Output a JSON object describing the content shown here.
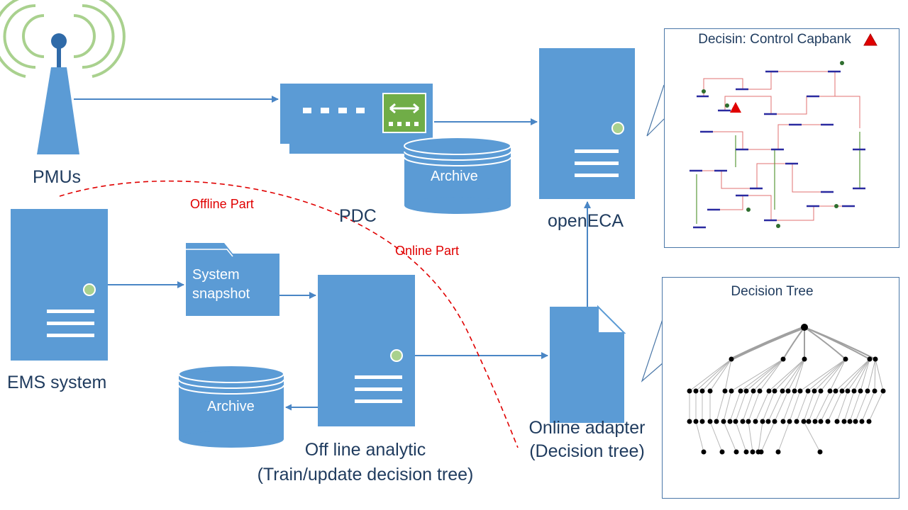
{
  "labels": {
    "pmus": "PMUs",
    "pdc": "PDC",
    "archive_top": "Archive",
    "openeca": "openECA",
    "ems": "EMS system",
    "snapshot_line1": "System",
    "snapshot_line2": "snapshot",
    "archive_bottom": "Archive",
    "offline_line1": "Off line analytic",
    "offline_line2": "(Train/update decision tree)",
    "adapter_line1": "Online adapter",
    "adapter_line2": "(Decision tree)",
    "offline_part": "Offline Part",
    "online_part": "Online Part"
  },
  "panels": {
    "capbank_title": "Decisin: Control Capbank",
    "tree_title": "Decision Tree"
  },
  "colors": {
    "component_fill": "#5b9bd5",
    "arrow": "#4a86c5",
    "boundary_line": "#e00000",
    "wifi_waves": "#a9d18e",
    "indicator": "#a9d18e",
    "alert_triangle": "#e00000"
  }
}
